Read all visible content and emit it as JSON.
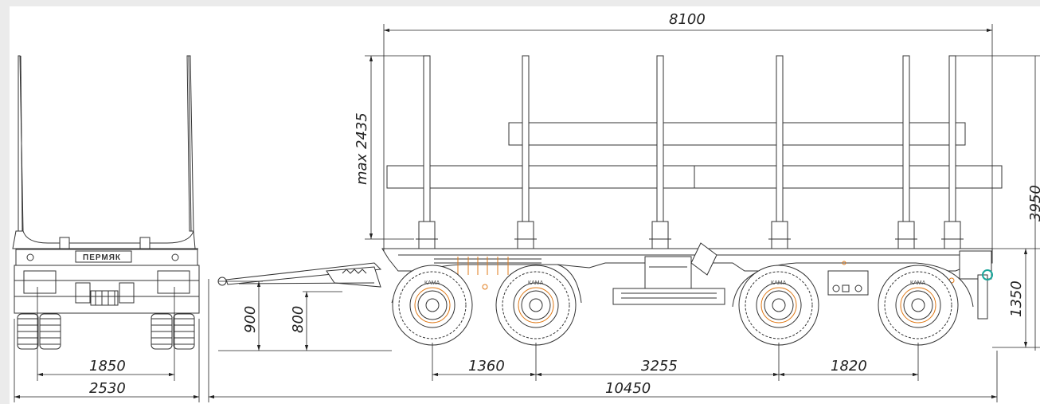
{
  "drawing": {
    "brand_plate": "ПЕРМЯК",
    "tyre_brand": "КАМА",
    "colors": {
      "background": "#ebebeb",
      "paper": "#ffffff",
      "line": "#333333",
      "accent_orange": "#e07b1a",
      "accent_teal": "#1aa59a"
    }
  },
  "dimensions": {
    "overall_length_body": "8100",
    "overall_length_total": "10450",
    "stake_height": "max 2435",
    "total_height": "3950",
    "platform_height": "1350",
    "drawbar_height": "900",
    "coupling_height": "800",
    "axle_spacing_front": "1360",
    "bogie_spacing": "3255",
    "axle_spacing_rear": "1820",
    "track_width": "1850",
    "overall_width": "2530"
  }
}
